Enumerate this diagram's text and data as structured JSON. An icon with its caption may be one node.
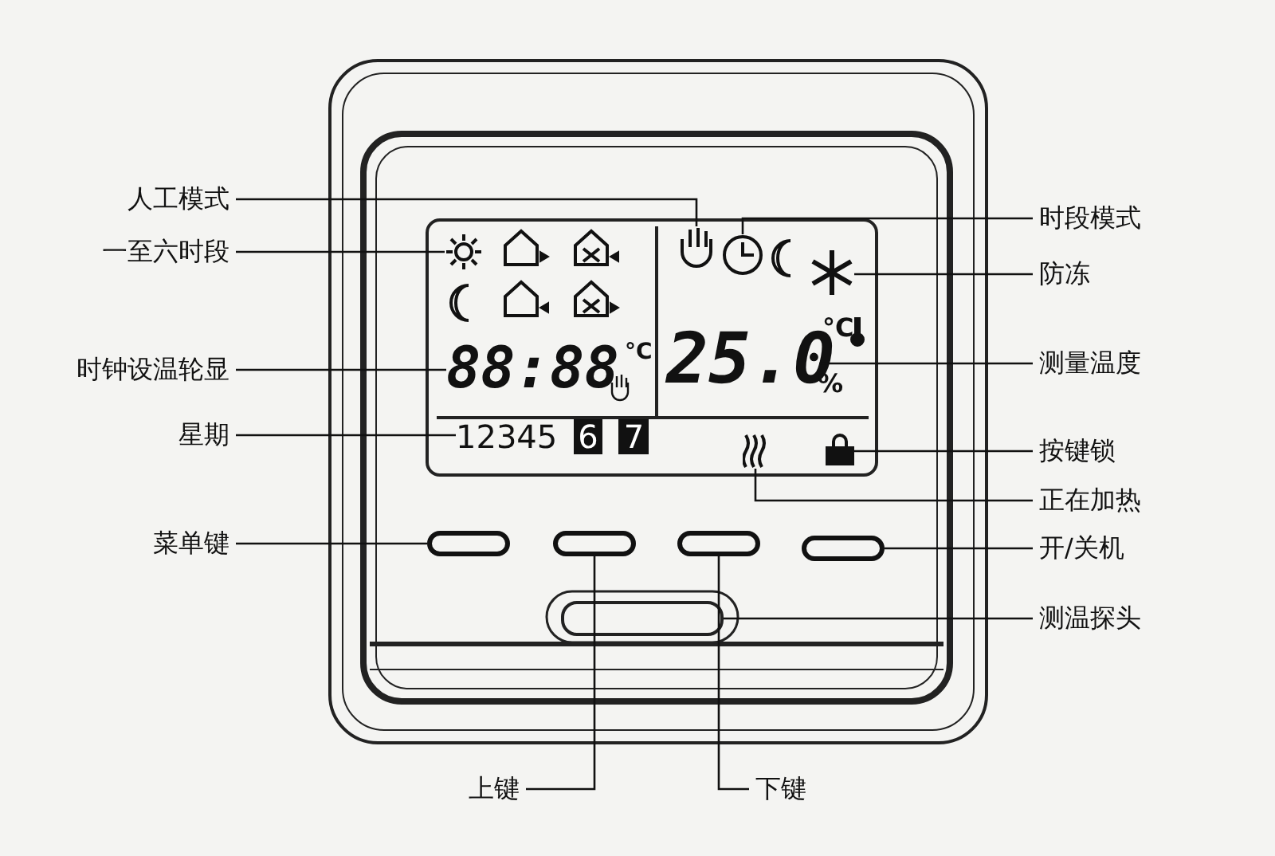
{
  "diagram": {
    "nodes": [
      {
        "text": [
          "人工模式"
        ]
      },
      {
        "text": [
          "一至六时段"
        ]
      },
      {
        "text": [
          "时钟设温轮显"
        ]
      },
      {
        "text": [
          "星期"
        ]
      },
      {
        "text": [
          "菜单键"
        ]
      },
      {
        "text": [
          "时段模式"
        ]
      },
      {
        "text": [
          "防冻"
        ]
      },
      {
        "text": [
          "测量温度"
        ]
      },
      {
        "text": [
          "按键锁"
        ]
      },
      {
        "text": [
          "正在加热"
        ]
      },
      {
        "text": [
          "开/关机"
        ]
      },
      {
        "text": [
          "测温探头"
        ]
      },
      {
        "text": [
          "上键"
        ]
      },
      {
        "text": [
          "下键"
        ]
      },
      {
        "text": [],
        "shape": "hand"
      },
      {
        "text": [],
        "shape": "sun"
      },
      {
        "text": [
          "88:88"
        ]
      },
      {
        "text": [
          "12345",
          "6",
          "7"
        ]
      },
      {
        "text": [],
        "shape": "button"
      },
      {
        "text": [],
        "shape": "button"
      },
      {
        "text": [],
        "shape": "button"
      },
      {
        "text": [],
        "shape": "clock"
      },
      {
        "text": [],
        "shape": "snowflake"
      },
      {
        "text": [
          "25.0"
        ]
      },
      {
        "text": [],
        "shape": "lock"
      },
      {
        "text": [],
        "shape": "waves"
      },
      {
        "text": [],
        "shape": "button"
      },
      {
        "text": [],
        "shape": "slot"
      }
    ],
    "edges": [
      {
        "from": 0,
        "to": 14,
        "arrow": "none"
      },
      {
        "from": 1,
        "to": 15,
        "arrow": "none"
      },
      {
        "from": 2,
        "to": 16,
        "arrow": "none"
      },
      {
        "from": 3,
        "to": 17,
        "arrow": "none"
      },
      {
        "from": 4,
        "to": 18,
        "arrow": "none"
      },
      {
        "from": 5,
        "to": 21,
        "arrow": "none"
      },
      {
        "from": 6,
        "to": 22,
        "arrow": "none"
      },
      {
        "from": 7,
        "to": 23,
        "arrow": "none"
      },
      {
        "from": 8,
        "to": 24,
        "arrow": "none"
      },
      {
        "from": 9,
        "to": 25,
        "arrow": "none"
      },
      {
        "from": 10,
        "to": 26,
        "arrow": "none"
      },
      {
        "from": 11,
        "to": 27,
        "arrow": "none"
      },
      {
        "from": 12,
        "to": 19,
        "arrow": "none"
      },
      {
        "from": 13,
        "to": 20,
        "arrow": "none"
      }
    ],
    "labels": [
      "°C",
      "°C",
      "%"
    ]
  }
}
